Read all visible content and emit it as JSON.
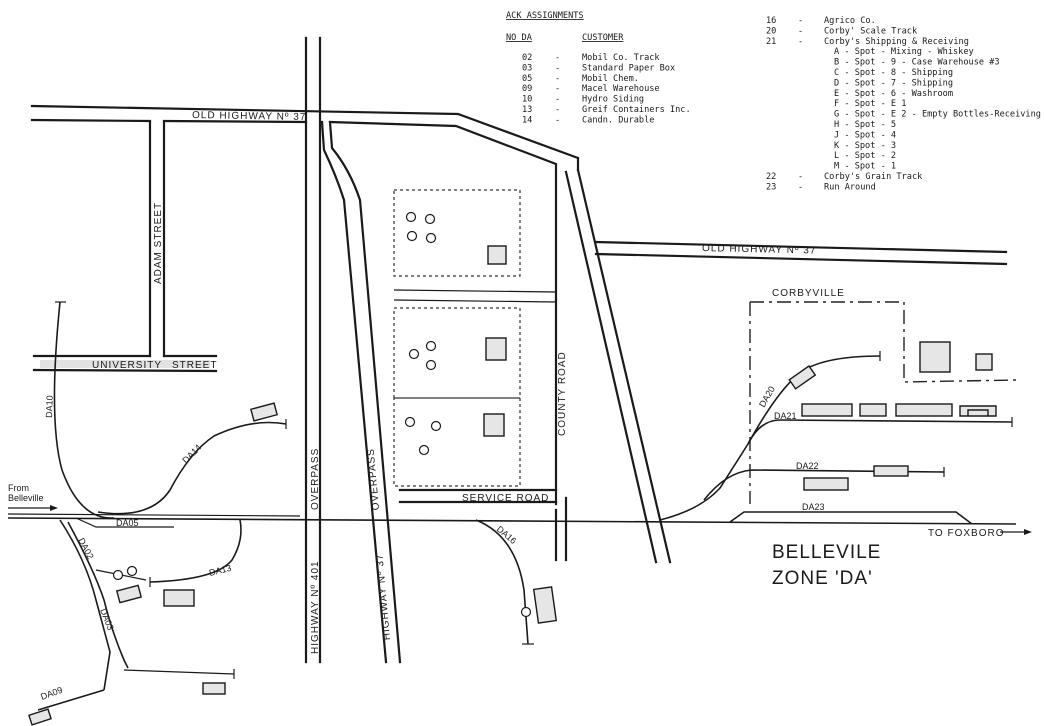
{
  "legend": {
    "title": "ACK ASSIGNMENTS",
    "header_code": "NO DA",
    "header_customer": "CUSTOMER",
    "left_rows": [
      {
        "code": "02",
        "dash": "-",
        "name": "Mobil Co. Track"
      },
      {
        "code": "03",
        "dash": "-",
        "name": "Standard Paper Box"
      },
      {
        "code": "05",
        "dash": "-",
        "name": "Mobil Chem."
      },
      {
        "code": "09",
        "dash": "-",
        "name": "Macel Warehouse"
      },
      {
        "code": "10",
        "dash": "-",
        "name": "Hydro Siding"
      },
      {
        "code": "13",
        "dash": "-",
        "name": "Greif Containers Inc."
      },
      {
        "code": "14",
        "dash": "-",
        "name": "Candn. Durable"
      }
    ],
    "right_rows": [
      {
        "code": "16",
        "dash": "-",
        "name": "Agrico Co."
      },
      {
        "code": "20",
        "dash": "-",
        "name": "Corby' Scale Track"
      },
      {
        "code": "21",
        "dash": "-",
        "name": "Corby's Shipping & Receiving"
      },
      {
        "code": "",
        "dash": "",
        "name": "A - Spot - Mixing - Whiskey"
      },
      {
        "code": "",
        "dash": "",
        "name": "B - Spot - 9 - Case Warehouse #3"
      },
      {
        "code": "",
        "dash": "",
        "name": "C - Spot - 8 - Shipping"
      },
      {
        "code": "",
        "dash": "",
        "name": "D - Spot - 7 - Shipping"
      },
      {
        "code": "",
        "dash": "",
        "name": "E - Spot - 6 - Washroom"
      },
      {
        "code": "",
        "dash": "",
        "name": "F - Spot - E 1"
      },
      {
        "code": "",
        "dash": "",
        "name": "G - Spot - E 2 - Empty Bottles-Receiving"
      },
      {
        "code": "",
        "dash": "",
        "name": "H - Spot - 5"
      },
      {
        "code": "",
        "dash": "",
        "name": "J - Spot - 4"
      },
      {
        "code": "",
        "dash": "",
        "name": "K - Spot - 3"
      },
      {
        "code": "",
        "dash": "",
        "name": "L - Spot - 2"
      },
      {
        "code": "",
        "dash": "",
        "name": "M - Spot - 1"
      },
      {
        "code": "22",
        "dash": "-",
        "name": "Corby's Grain Track"
      },
      {
        "code": "23",
        "dash": "-",
        "name": "Run Around"
      }
    ]
  },
  "roads": {
    "old_highway_37_west": "OLD HIGHWAY Nº 37",
    "old_highway_37_east": "OLD HIGHWAY Nº 37",
    "adam_street": "ADAM STREET",
    "university": "UNIVERSITY",
    "university_street": "STREET",
    "highway_401": "HIGHWAY Nº 401",
    "overpass_401": "OVERPASS",
    "highway_37": "HIGHWAY Nº 37",
    "overpass_37": "OVERPASS",
    "county_road": "COUNTY ROAD",
    "service_road": "SERVICE ROAD"
  },
  "places": {
    "corbyville": "CORBYVILLE",
    "from_belleville_1": "From",
    "from_belleville_2": "Belleville",
    "to_foxboro": "TO FOXBORO"
  },
  "tracks": {
    "da02": "DA02",
    "da03": "DA03",
    "da05": "DA05",
    "da09": "DA09",
    "da10": "DA10",
    "da13": "DA13",
    "da14": "DA14",
    "da16": "DA16",
    "da20": "DA20",
    "da21": "DA21",
    "da22": "DA22",
    "da23": "DA23"
  },
  "map_title": {
    "line1": "BELLEVILE",
    "line2": "ZONE 'DA'"
  }
}
